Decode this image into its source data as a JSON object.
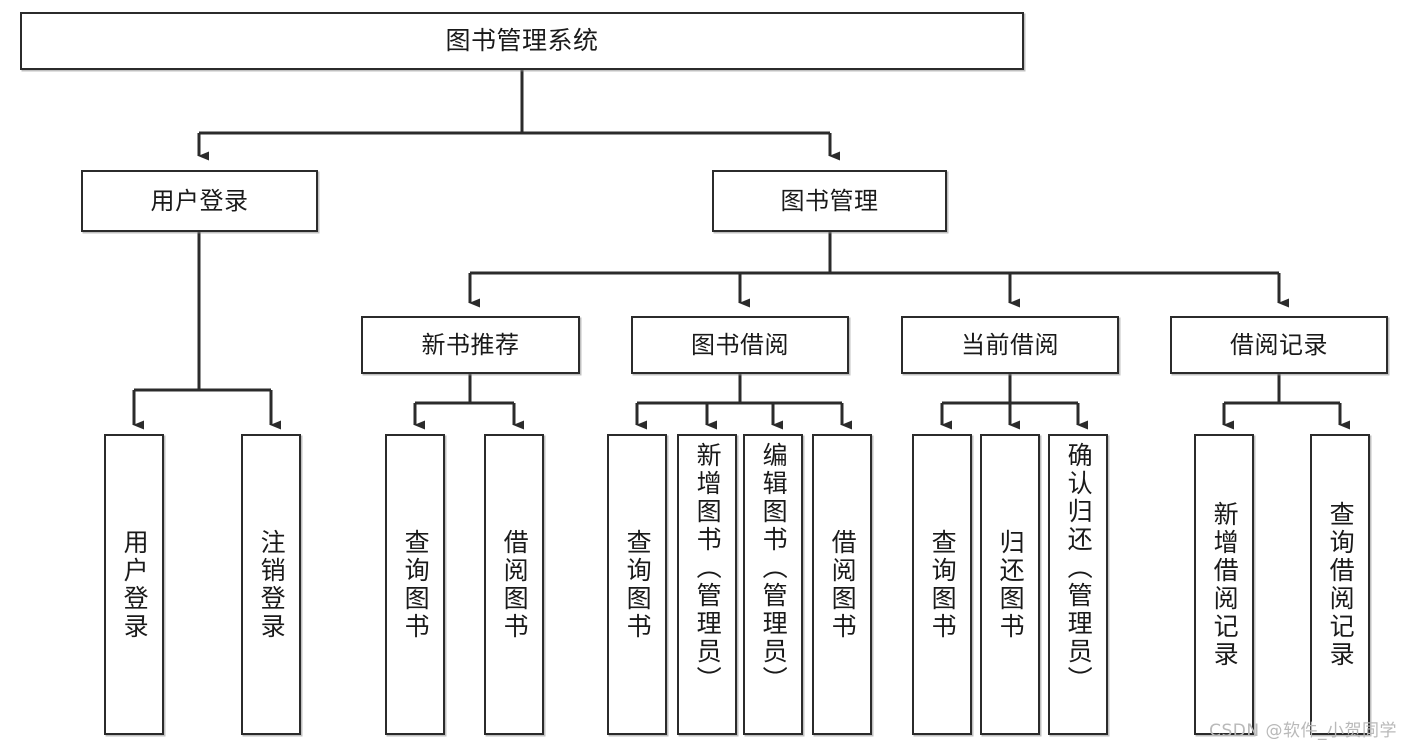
{
  "diagram": {
    "type": "tree-hierarchy-chart",
    "title": "图书管理系统",
    "line_color": "#2b2b2b",
    "box_border_color": "#2b2b2b",
    "box_fill_color": "#ffffff",
    "text_color": "#1a1a1a",
    "watermark": "CSDN @软件_小贺同学",
    "watermark_color": "#b9b9b9"
  },
  "nodes": {
    "root": {
      "label": "图书管理系统",
      "orientation": "horizontal"
    },
    "level2": [
      {
        "id": "user-login",
        "label": "用户登录",
        "orientation": "horizontal"
      },
      {
        "id": "book-management",
        "label": "图书管理",
        "orientation": "horizontal"
      }
    ],
    "level3": [
      {
        "id": "new-book-recommend",
        "label": "新书推荐",
        "orientation": "horizontal"
      },
      {
        "id": "book-borrow",
        "label": "图书借阅",
        "orientation": "horizontal"
      },
      {
        "id": "current-borrow",
        "label": "当前借阅",
        "orientation": "horizontal"
      },
      {
        "id": "borrow-record",
        "label": "借阅记录",
        "orientation": "horizontal"
      }
    ],
    "leaves": {
      "user_login": [
        {
          "id": "leaf-user-login",
          "label": "用户登录",
          "orientation": "vertical"
        },
        {
          "id": "leaf-logout",
          "label": "注销登录",
          "orientation": "vertical"
        }
      ],
      "new_book_recommend": [
        {
          "id": "leaf-query-book-1",
          "label": "查询图书",
          "orientation": "vertical"
        },
        {
          "id": "leaf-borrow-book-1",
          "label": "借阅图书",
          "orientation": "vertical"
        }
      ],
      "book_borrow": [
        {
          "id": "leaf-query-book-2",
          "label": "查询图书",
          "orientation": "vertical"
        },
        {
          "id": "leaf-add-book",
          "label": "新增图书（管理员）",
          "orientation": "vertical"
        },
        {
          "id": "leaf-edit-book",
          "label": "编辑图书（管理员）",
          "orientation": "vertical"
        },
        {
          "id": "leaf-borrow-book-2",
          "label": "借阅图书",
          "orientation": "vertical"
        }
      ],
      "current_borrow": [
        {
          "id": "leaf-query-book-3",
          "label": "查询图书",
          "orientation": "vertical"
        },
        {
          "id": "leaf-return-book",
          "label": "归还图书",
          "orientation": "vertical"
        },
        {
          "id": "leaf-confirm-return",
          "label": "确认归还（管理员）",
          "orientation": "vertical"
        }
      ],
      "borrow_record": [
        {
          "id": "leaf-add-record",
          "label": "新增借阅记录",
          "orientation": "vertical"
        },
        {
          "id": "leaf-query-record",
          "label": "查询借阅记录",
          "orientation": "vertical"
        }
      ]
    }
  }
}
